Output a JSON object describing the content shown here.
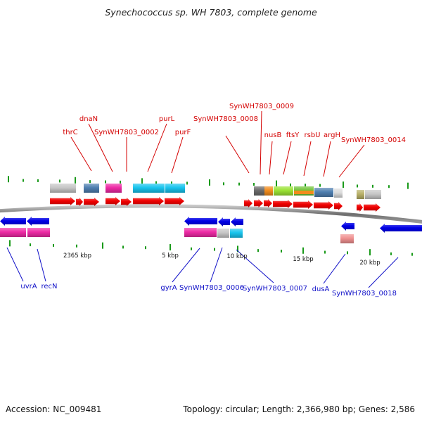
{
  "title": "Synechococcus sp. WH 7803, complete genome",
  "accession_label": "Accession: NC_009481",
  "topology_label": "Topology: circular; Length: 2,366,980 bp; Genes: 2,586",
  "colors": {
    "forward_label": "#d40000",
    "reverse_label": "#1010c8",
    "cds_forward": "#f00000",
    "cds_reverse": "#0000e6",
    "gene_magenta": "#ee2aa5",
    "gene_cyan": "#18c4ee",
    "gene_steel": "#4f7fb0",
    "gene_gray": "#c6c6c6",
    "tick": "#1a9a1a",
    "backbone": "#8a8a8a"
  },
  "scale_labels": [
    "2365 kbp",
    "5 kbp",
    "10 kbp",
    "15 kbp",
    "20 kbp"
  ],
  "forward_genes": [
    "thrC",
    "dnaN",
    "SynWH7803_0002",
    "purL",
    "purF",
    "SynWH7803_0008",
    "SynWH7803_0009",
    "nusB",
    "ftsY",
    "rsbU",
    "argH",
    "SynWH7803_0014"
  ],
  "reverse_genes": [
    "uvrA",
    "recN",
    "gyrA",
    "SynWH7803_0006",
    "SynWH7803_0007",
    "dusA",
    "SynWH7803_0018"
  ]
}
